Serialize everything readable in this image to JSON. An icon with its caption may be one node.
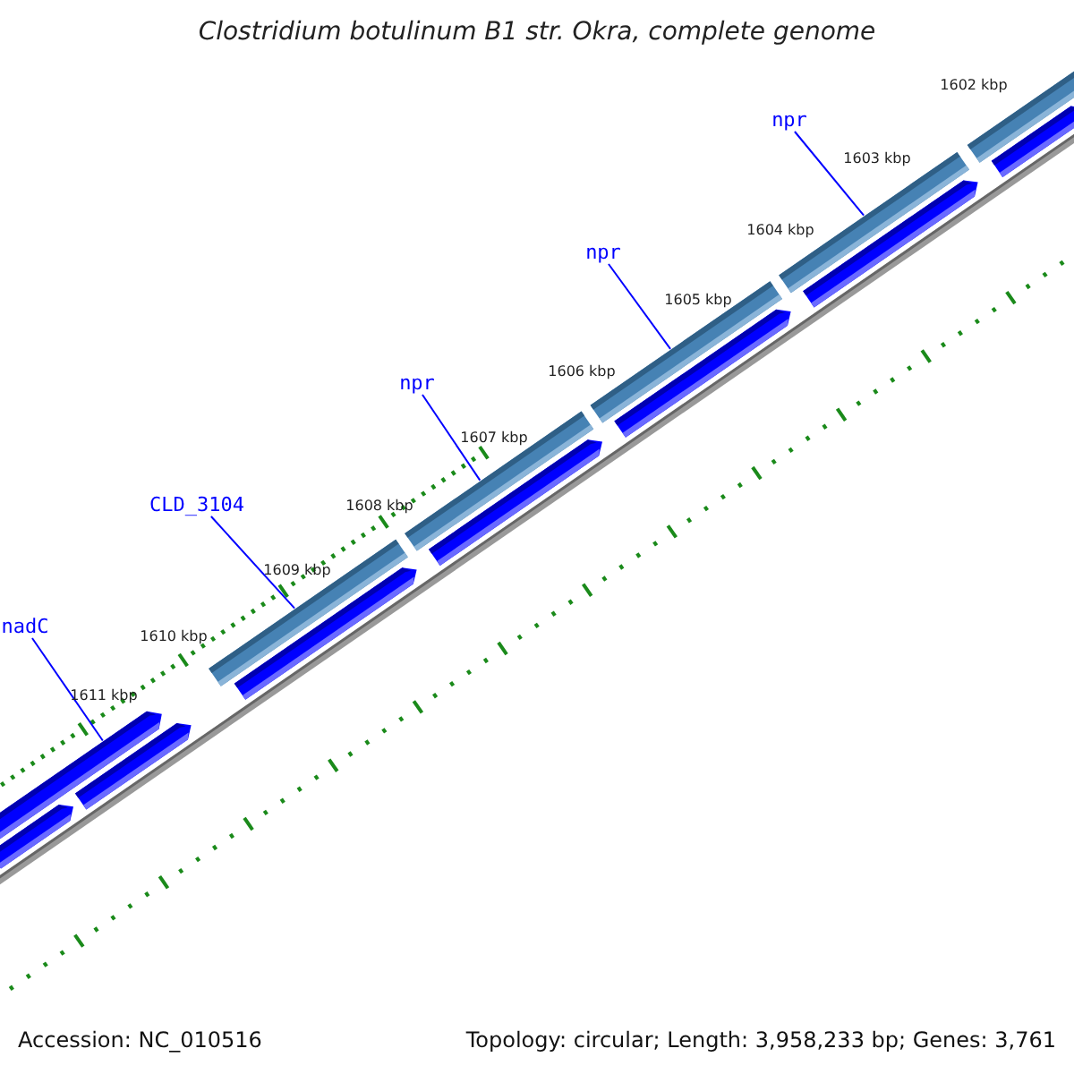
{
  "diagram": {
    "title": "Clostridium botulinum B1 str. Okra, complete genome",
    "nodes": [
      {
        "text": [
          "npr"
        ]
      },
      {
        "text": [
          "npr"
        ]
      },
      {
        "text": [
          "npr"
        ]
      },
      {
        "text": [
          "CLD_3104"
        ]
      },
      {
        "text": [
          "nadC"
        ]
      },
      {
        "text": [],
        "shape": "bar"
      },
      {
        "text": [],
        "shape": "bar"
      },
      {
        "text": [],
        "shape": "bar"
      },
      {
        "text": [],
        "shape": "bar"
      },
      {
        "text": [],
        "shape": "bar"
      },
      {
        "text": [],
        "shape": "bar"
      },
      {
        "text": [],
        "shape": "bar"
      },
      {
        "text": [],
        "shape": "bar"
      },
      {
        "text": [],
        "shape": "bar"
      },
      {
        "text": [],
        "shape": "bar"
      },
      {
        "text": [],
        "shape": "bar"
      },
      {
        "text": [],
        "shape": "bar"
      },
      {
        "text": [],
        "shape": "bar"
      }
    ],
    "edges": [
      {
        "from": 0,
        "to": 14,
        "arrow": "none"
      },
      {
        "from": 1,
        "to": 12,
        "arrow": "none"
      },
      {
        "from": 2,
        "to": 10,
        "arrow": "none"
      },
      {
        "from": 3,
        "to": 8,
        "arrow": "none"
      },
      {
        "from": 4,
        "to": 5,
        "arrow": "none"
      }
    ],
    "labels": [
      "1602 kbp",
      "1603 kbp",
      "1604 kbp",
      "1605 kbp",
      "1606 kbp",
      "1607 kbp",
      "1608 kbp",
      "1609 kbp",
      "1610 kbp",
      "1611 kbp",
      "Accession: NC_010516",
      "Topology: circular; Length: 3,958,233 bp; Genes: 3,761"
    ]
  }
}
